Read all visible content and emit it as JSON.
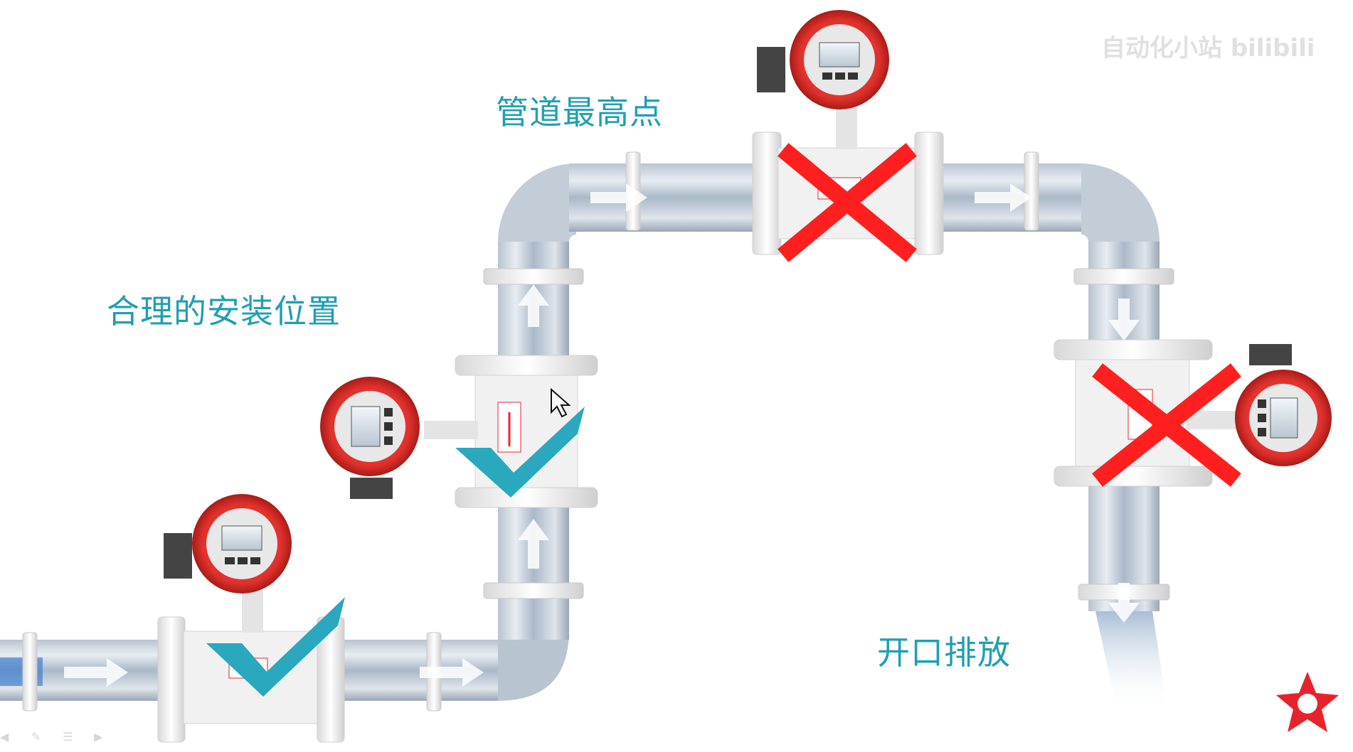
{
  "labels": {
    "reasonable_position": "合理的安装位置",
    "pipe_highest_point": "管道最高点",
    "open_discharge": "开口排放"
  },
  "watermark": "自动化小站 bilibili",
  "marks": {
    "good_color": "#2aa8be",
    "bad_color": "#ff1f1f",
    "meter_red": "#e6322e",
    "water_blue": "#4a7fb5"
  },
  "icons": [
    "check-icon",
    "cross-icon",
    "cursor-icon",
    "star-logo-icon",
    "arrow-icon"
  ],
  "slide_controls": [
    "prev-arrow-icon",
    "pen-icon",
    "menu-icon",
    "next-arrow-icon"
  ]
}
